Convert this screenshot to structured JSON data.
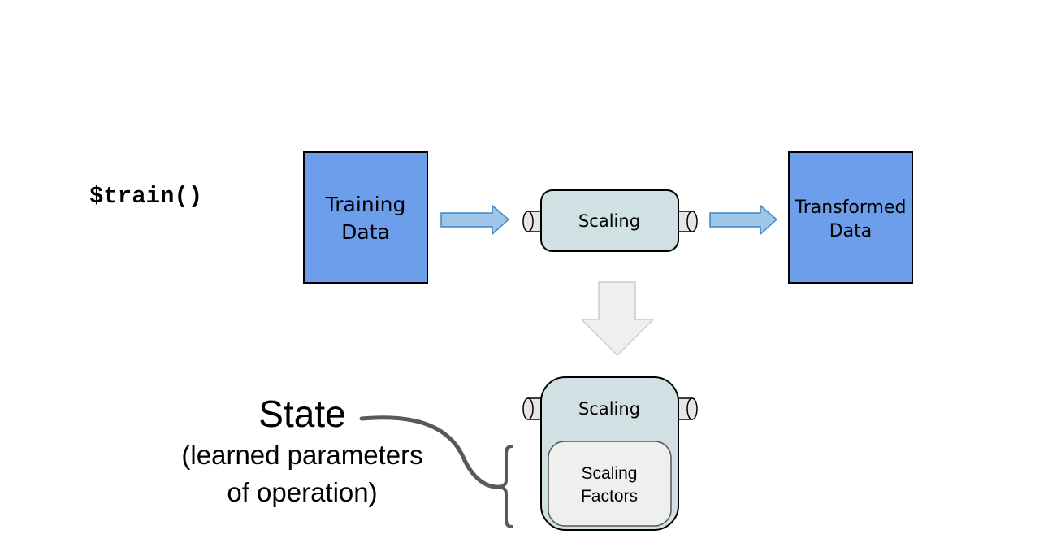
{
  "method_label": "$train()",
  "training_data": {
    "line1": "Training",
    "line2": "Data"
  },
  "scaling_op": {
    "label": "Scaling"
  },
  "transformed_data": {
    "line1": "Transformed",
    "line2": "Data"
  },
  "trained_op": {
    "label": "Scaling",
    "state_line1": "Scaling",
    "state_line2": "Factors"
  },
  "state_annotation": {
    "title": "State",
    "line1": "(learned parameters",
    "line2": "of operation)"
  },
  "colors": {
    "data_box": "#6d9eeb",
    "operator_fill": "#d0e0e3",
    "state_fill": "#efefef",
    "connector": "#e6e6e6",
    "flow_arrow": "#9fc5e8",
    "flow_arrow_stroke": "#3d85c6",
    "result_arrow": "#efefef",
    "result_arrow_stroke": "#cccccc",
    "brace": "#595959"
  }
}
